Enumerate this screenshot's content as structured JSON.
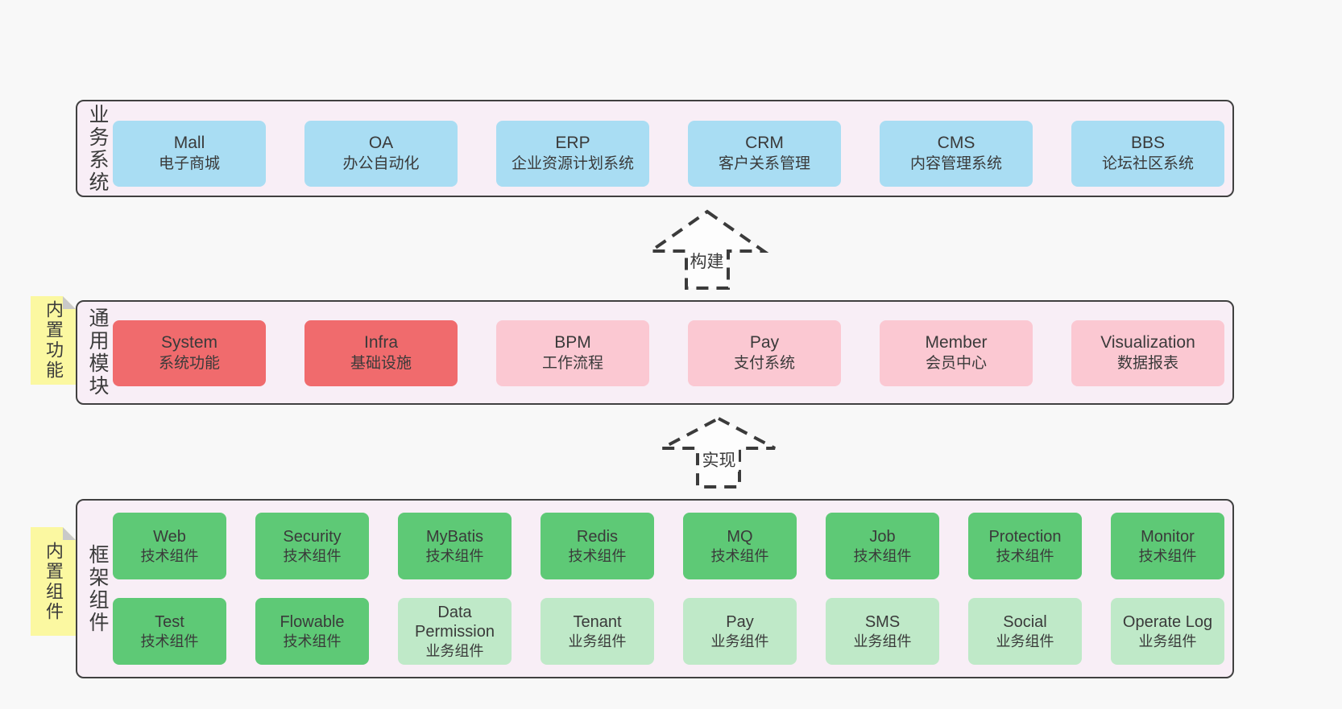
{
  "colors": {
    "background": "#f8f8f8",
    "container_fill": "#f8eef6",
    "container_border": "#404040",
    "blue_box": "#a9ddf3",
    "red_box": "#f06b6d",
    "pink_box": "#fbc8d2",
    "green_box": "#5ec976",
    "light_green_box": "#bfe9c8",
    "note_yellow": "#fbf8a1",
    "note_fold_gray": "#c9c9c9",
    "text": "#3b3b3b"
  },
  "arrows": [
    {
      "label": "构建"
    },
    {
      "label": "实现"
    }
  ],
  "layers": [
    {
      "label": "业务系统",
      "boxes": [
        {
          "title": "Mall",
          "subtitle": "电子商城"
        },
        {
          "title": "OA",
          "subtitle": "办公自动化"
        },
        {
          "title": "ERP",
          "subtitle": "企业资源计划系统"
        },
        {
          "title": "CRM",
          "subtitle": "客户关系管理"
        },
        {
          "title": "CMS",
          "subtitle": "内容管理系统"
        },
        {
          "title": "BBS",
          "subtitle": "论坛社区系统"
        }
      ]
    },
    {
      "label": "通用模块",
      "note": "内置功能",
      "boxes": [
        {
          "title": "System",
          "subtitle": "系统功能"
        },
        {
          "title": "Infra",
          "subtitle": "基础设施"
        },
        {
          "title": "BPM",
          "subtitle": "工作流程"
        },
        {
          "title": "Pay",
          "subtitle": "支付系统"
        },
        {
          "title": "Member",
          "subtitle": "会员中心"
        },
        {
          "title": "Visualization",
          "subtitle": "数据报表"
        }
      ]
    },
    {
      "label": "框架组件",
      "note": "内置组件",
      "rows": [
        [
          {
            "title": "Web",
            "subtitle": "技术组件"
          },
          {
            "title": "Security",
            "subtitle": "技术组件"
          },
          {
            "title": "MyBatis",
            "subtitle": "技术组件"
          },
          {
            "title": "Redis",
            "subtitle": "技术组件"
          },
          {
            "title": "MQ",
            "subtitle": "技术组件"
          },
          {
            "title": "Job",
            "subtitle": "技术组件"
          },
          {
            "title": "Protection",
            "subtitle": "技术组件"
          },
          {
            "title": "Monitor",
            "subtitle": "技术组件"
          }
        ],
        [
          {
            "title": "Test",
            "subtitle": "技术组件"
          },
          {
            "title": "Flowable",
            "subtitle": "技术组件"
          },
          {
            "title": "Data Permission",
            "subtitle": "业务组件"
          },
          {
            "title": "Tenant",
            "subtitle": "业务组件"
          },
          {
            "title": "Pay",
            "subtitle": "业务组件"
          },
          {
            "title": "SMS",
            "subtitle": "业务组件"
          },
          {
            "title": "Social",
            "subtitle": "业务组件"
          },
          {
            "title": "Operate Log",
            "subtitle": "业务组件"
          }
        ]
      ]
    }
  ]
}
